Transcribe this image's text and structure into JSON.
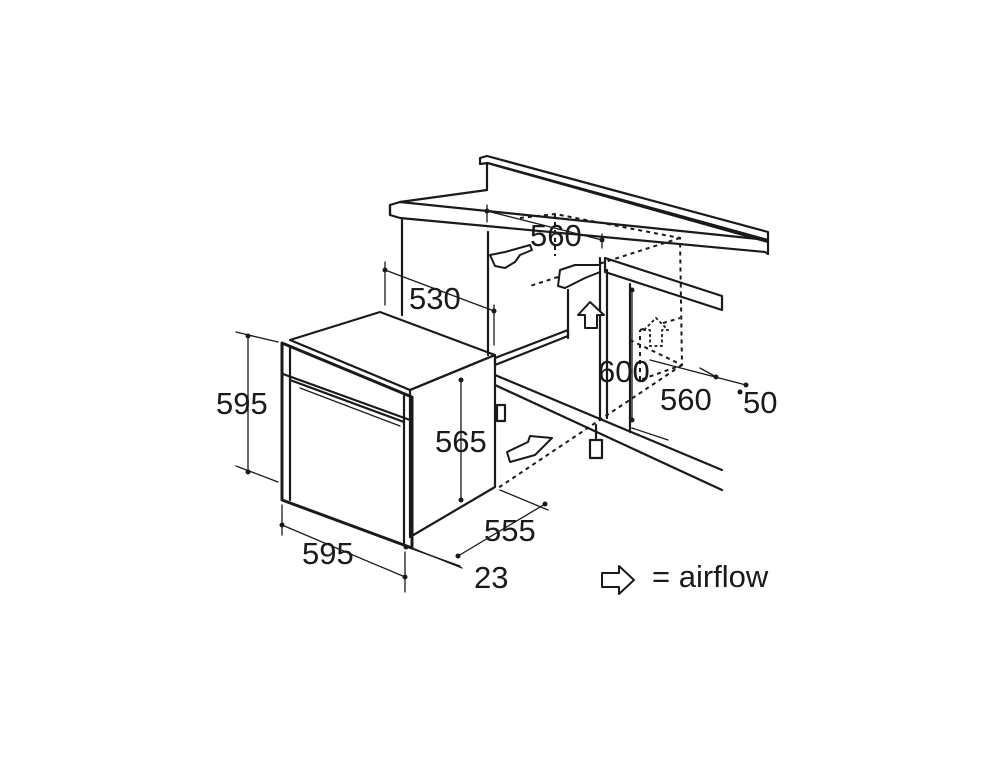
{
  "dimensions": {
    "niche_top_width": "560",
    "niche_depth": "530",
    "niche_height": "600",
    "niche_bottom_width": "560",
    "front_clearance": "50",
    "oven_height": "595",
    "oven_width": "595",
    "oven_body_height": "565",
    "oven_depth": "555",
    "front_panel_thickness": "23"
  },
  "legend": {
    "label": "= airflow",
    "icon": "airflow-arrow-icon"
  }
}
